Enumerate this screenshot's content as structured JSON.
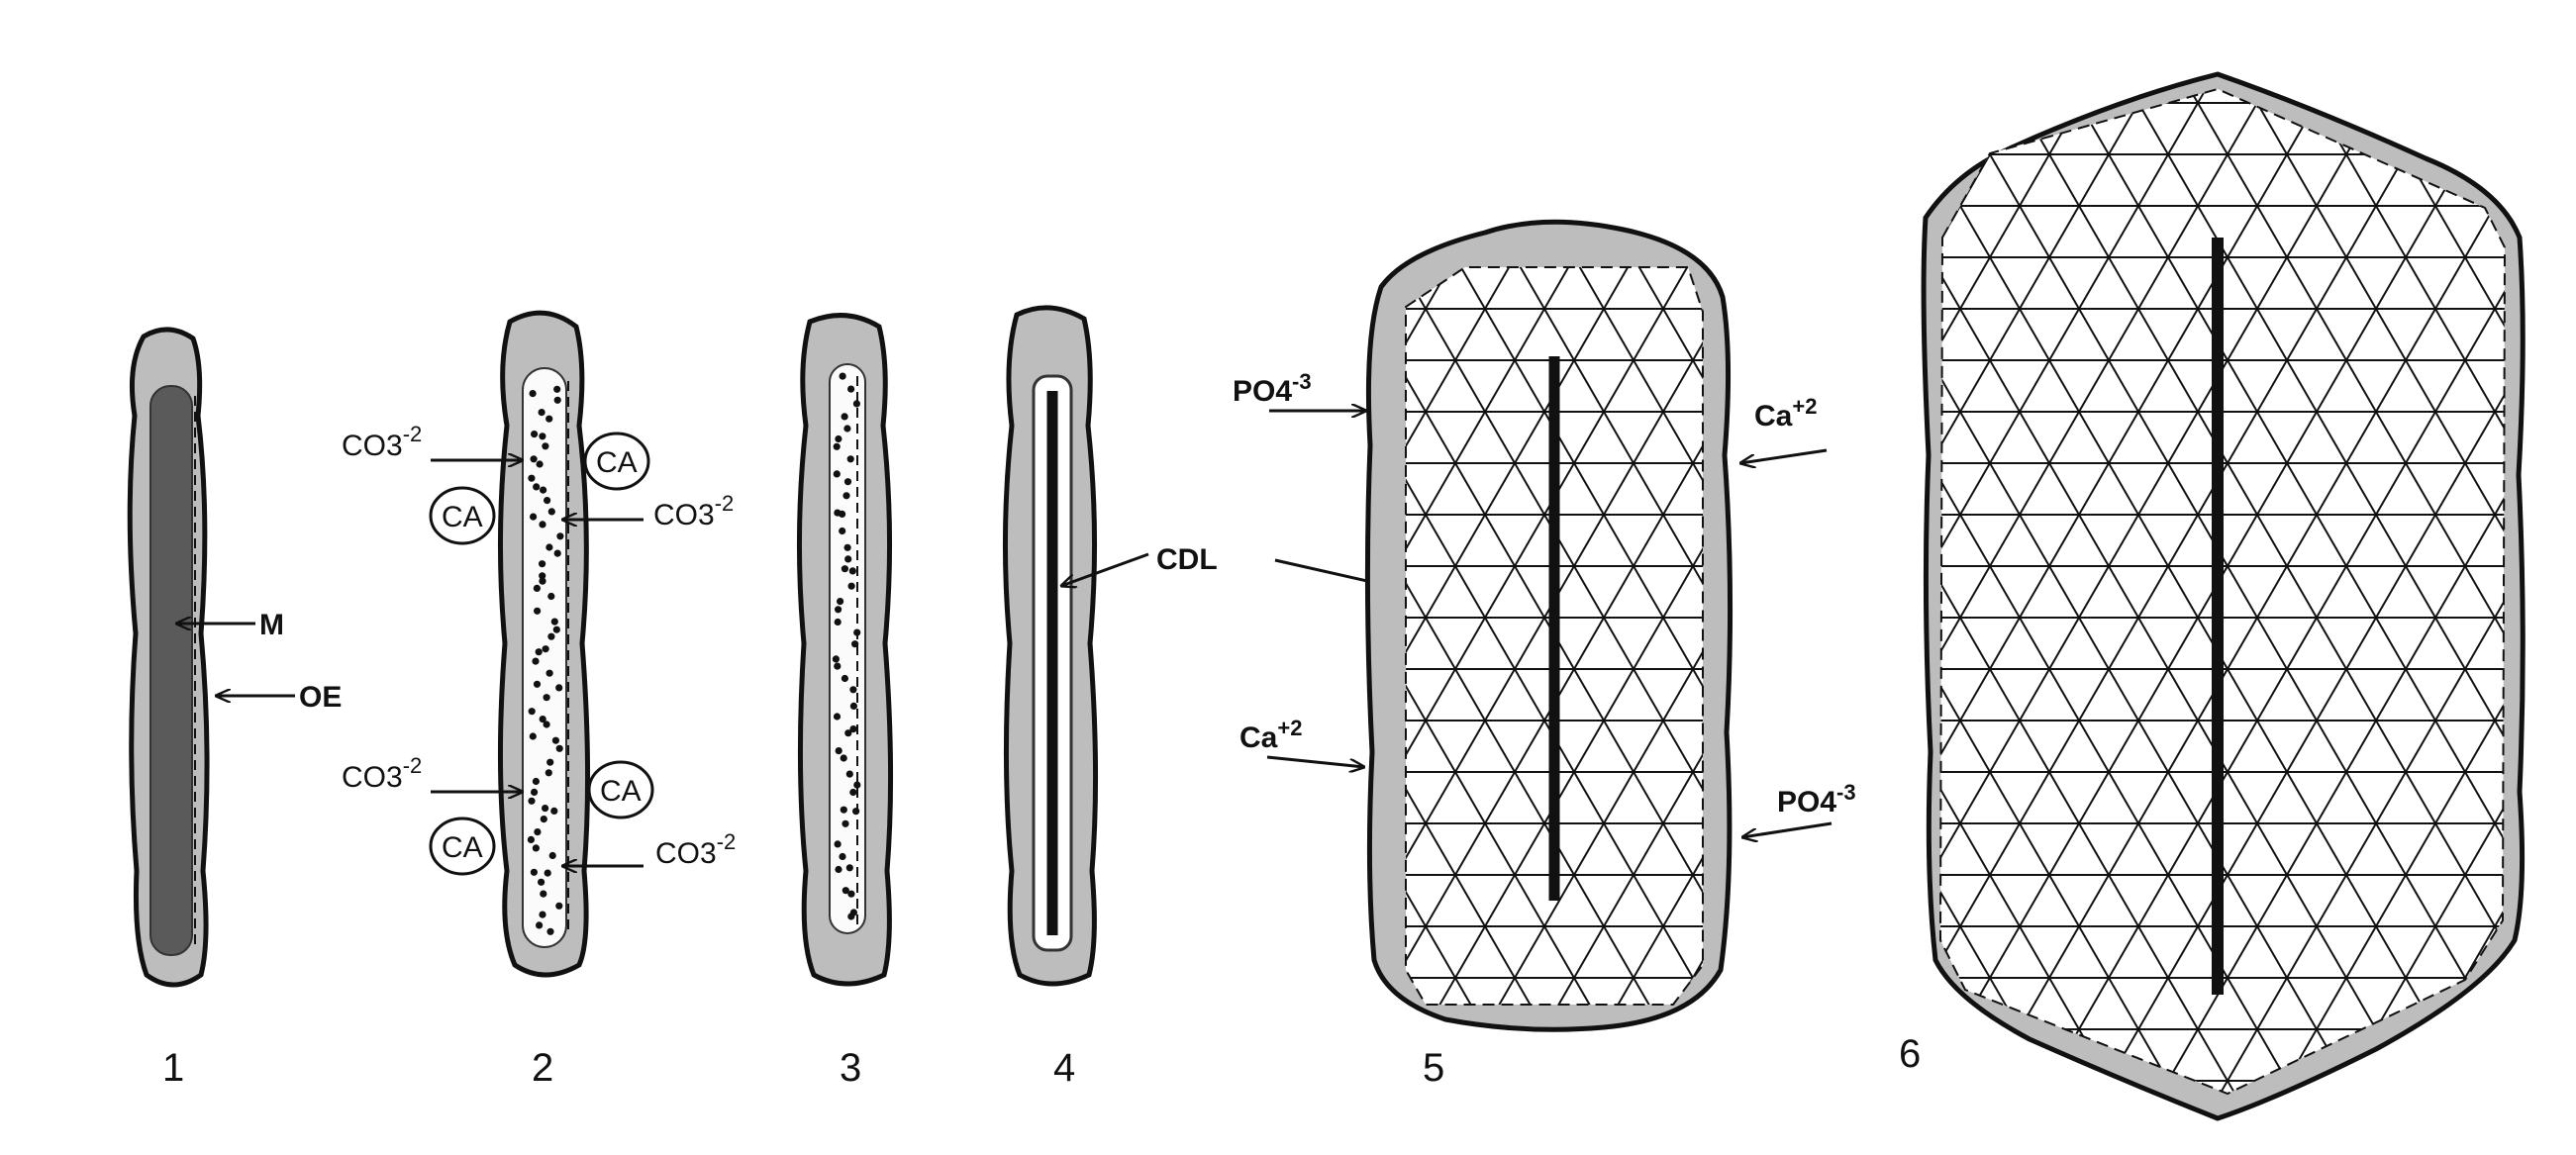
{
  "figure": {
    "panels": [
      {
        "number": "1"
      },
      {
        "number": "2"
      },
      {
        "number": "3"
      },
      {
        "number": "4"
      },
      {
        "number": "5"
      },
      {
        "number": "6"
      }
    ],
    "labels": {
      "m": "M",
      "oe": "OE",
      "cdl": "CDL",
      "ca": "CA",
      "co3_base": "CO3",
      "co3_sup": "-2",
      "po4_base": "PO4",
      "po4_sup": "-3",
      "ca_ion_base": "Ca",
      "ca_ion_sup": "+2"
    },
    "colors": {
      "outline": "#111111",
      "shell": "#bdbdbd",
      "mineral_dark": "#5a5a5a",
      "background": "#ffffff"
    }
  }
}
